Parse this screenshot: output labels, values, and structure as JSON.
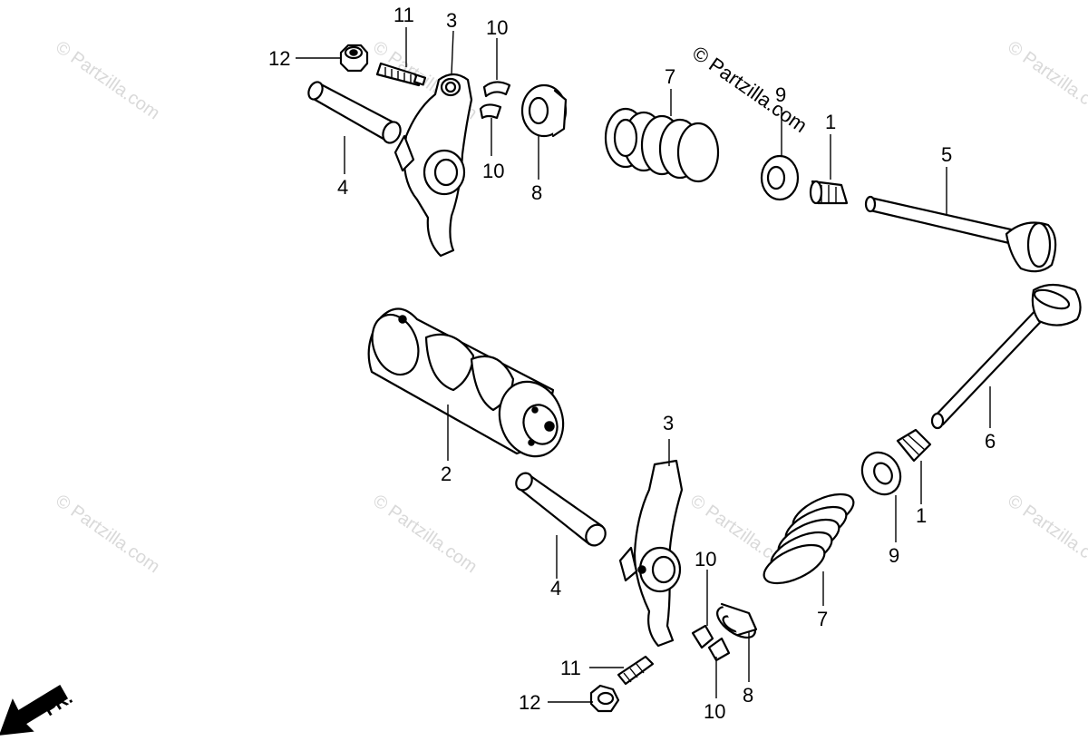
{
  "watermark_text": "© Partzilla.com",
  "copyright_text": "© Partzilla.com",
  "direction_label": "FR.",
  "callouts": {
    "c1a": "1",
    "c1b": "1",
    "c2": "2",
    "c3a": "3",
    "c3b": "3",
    "c4a": "4",
    "c4b": "4",
    "c5": "5",
    "c6": "6",
    "c7a": "7",
    "c7b": "7",
    "c8a": "8",
    "c8b": "8",
    "c9a": "9",
    "c9b": "9",
    "c10a": "10",
    "c10b": "10",
    "c10c": "10",
    "c10d": "10",
    "c11a": "11",
    "c11b": "11",
    "c12a": "12",
    "c12b": "12"
  }
}
